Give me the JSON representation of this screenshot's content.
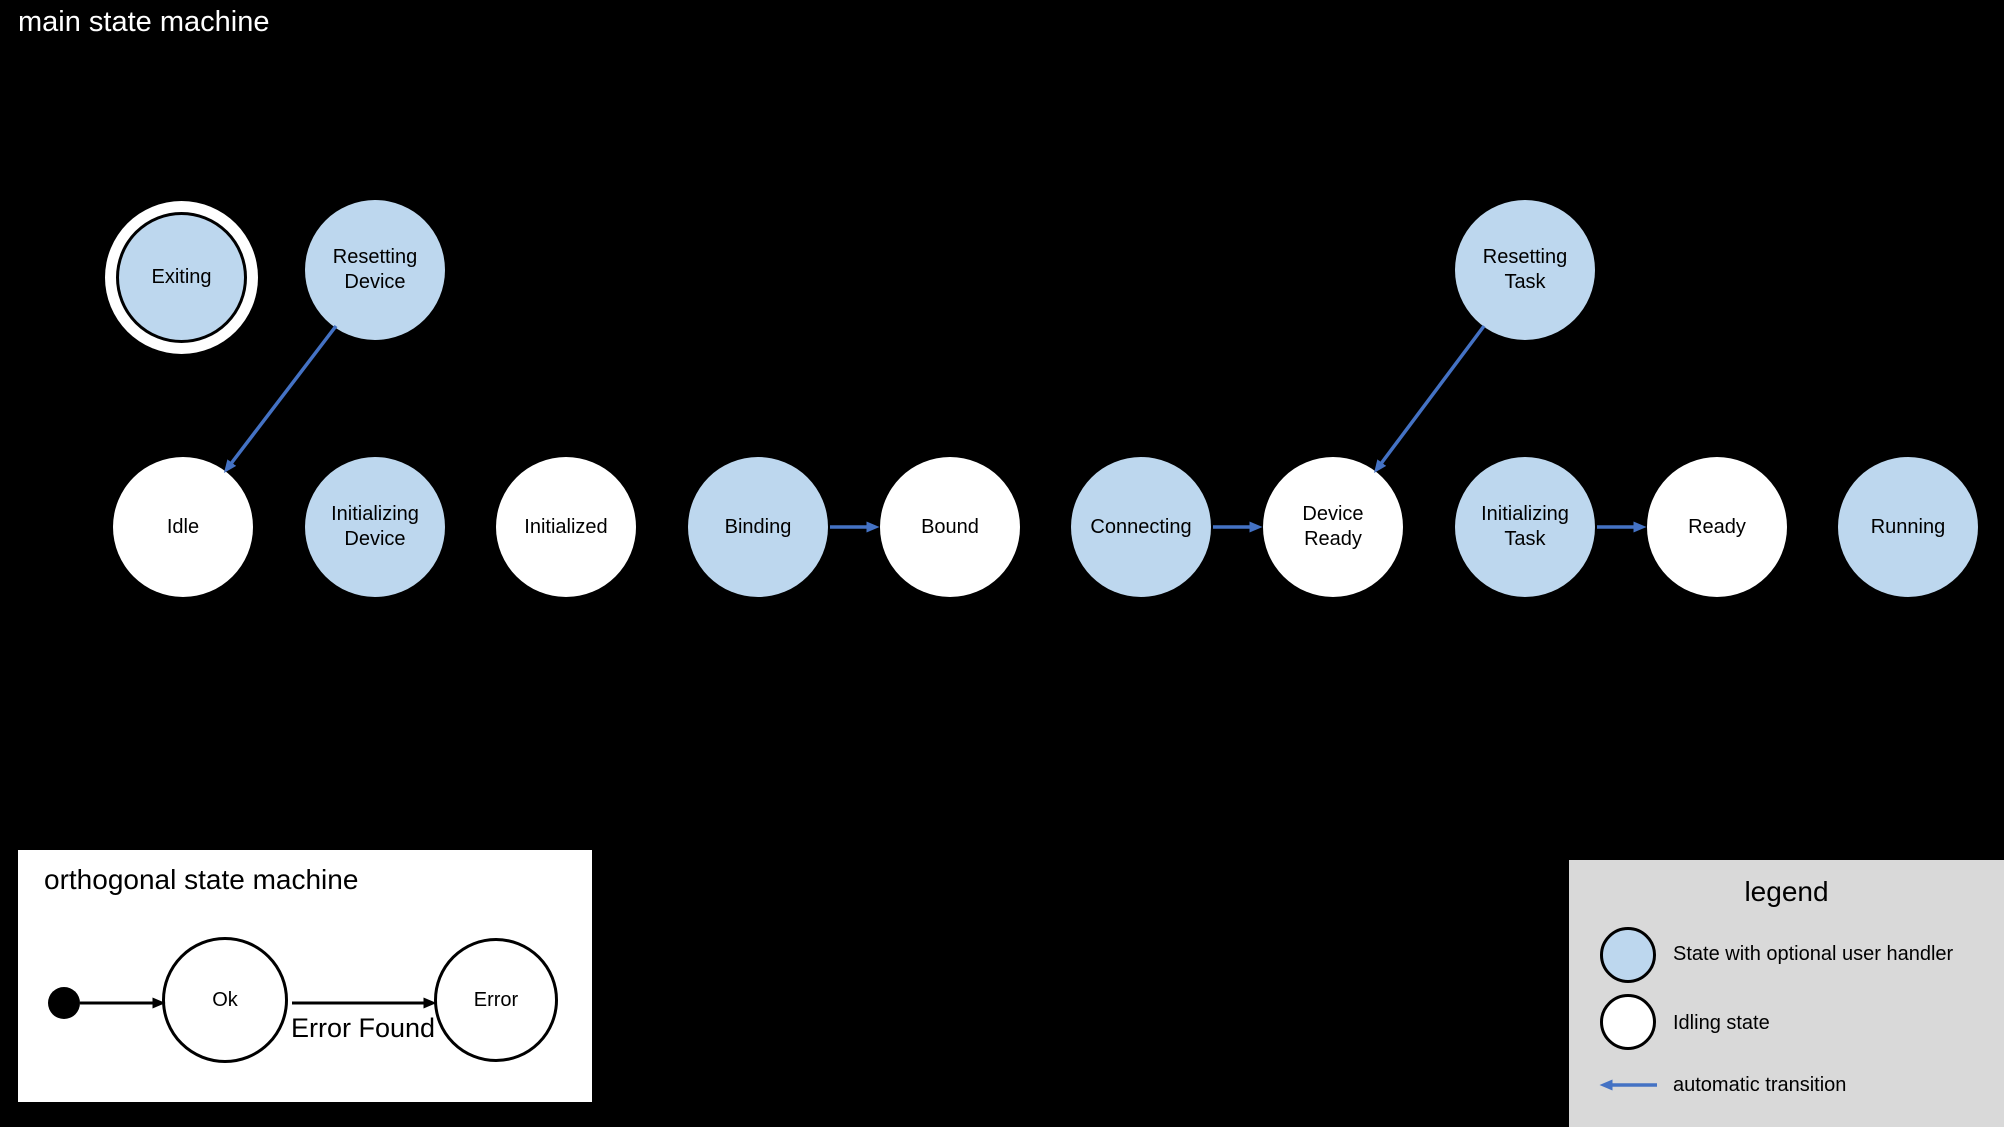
{
  "page": {
    "title": "main state machine"
  },
  "colors": {
    "background": "#000000",
    "handler_state_fill": "#bdd7ee",
    "idling_state_fill": "#ffffff",
    "state_outline": "#000000",
    "automatic_transition_arrow": "#4472c4",
    "plain_transition_arrow": "#000000",
    "legend_background": "#d9d9d9",
    "panel_background": "#ffffff",
    "title_text": "#ffffff",
    "label_text": "#000000"
  },
  "main": {
    "states": [
      {
        "label": "Exiting",
        "kind": "handler",
        "final": true
      },
      {
        "label": "Resetting\nDevice",
        "kind": "handler"
      },
      {
        "label": "Resetting\nTask",
        "kind": "handler"
      },
      {
        "label": "Idle",
        "kind": "idling"
      },
      {
        "label": "Initializing\nDevice",
        "kind": "handler"
      },
      {
        "label": "Initialized",
        "kind": "idling"
      },
      {
        "label": "Binding",
        "kind": "handler"
      },
      {
        "label": "Bound",
        "kind": "idling"
      },
      {
        "label": "Connecting",
        "kind": "handler"
      },
      {
        "label": "Device\nReady",
        "kind": "idling"
      },
      {
        "label": "Initializing\nTask",
        "kind": "handler"
      },
      {
        "label": "Ready",
        "kind": "idling"
      },
      {
        "label": "Running",
        "kind": "handler"
      }
    ],
    "transitions": [
      {
        "from": "Resetting Device",
        "to": "Idle",
        "type": "automatic"
      },
      {
        "from": "Binding",
        "to": "Bound",
        "type": "automatic"
      },
      {
        "from": "Connecting",
        "to": "Device Ready",
        "type": "automatic"
      },
      {
        "from": "Resetting Task",
        "to": "Device Ready",
        "type": "automatic"
      },
      {
        "from": "Initializing Task",
        "to": "Ready",
        "type": "automatic"
      }
    ]
  },
  "orthogonal": {
    "title": "orthogonal state machine",
    "states": [
      {
        "label": "Ok"
      },
      {
        "label": "Error"
      }
    ],
    "transitions": [
      {
        "from": "initial",
        "to": "Ok",
        "label": ""
      },
      {
        "from": "Ok",
        "to": "Error",
        "label": "Error Found"
      }
    ],
    "transition_label": "Error Found"
  },
  "legend": {
    "title": "legend",
    "items": [
      {
        "label": "State with optional user handler",
        "swatch": "handler-state-circle"
      },
      {
        "label": "Idling state",
        "swatch": "idling-state-circle"
      },
      {
        "label": "automatic transition",
        "swatch": "blue-arrow"
      }
    ]
  }
}
